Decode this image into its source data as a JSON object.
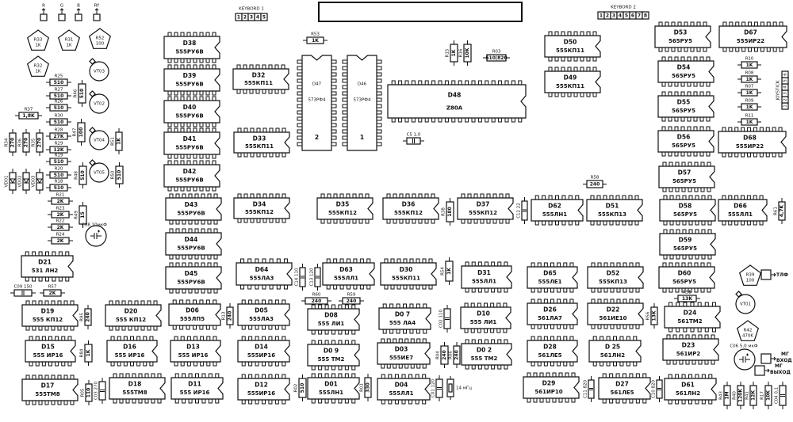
{
  "title_block": "",
  "colors": {
    "ink": "#111111",
    "background": "#ffffff"
  },
  "video_outputs": [
    "R",
    "G",
    "B",
    "RY"
  ],
  "keyboard1": {
    "label": "KEYBORD 1",
    "pins": [
      "1",
      "2",
      "3",
      "4",
      "5"
    ]
  },
  "keyboard2": {
    "label": "KEYBORD 2",
    "pins": [
      "1",
      "2",
      "3",
      "4",
      "5",
      "6",
      "7",
      "8"
    ]
  },
  "joystick": {
    "label": "JOYSTICK",
    "pins": [
      "1",
      "2",
      "3",
      "4",
      "5",
      "6"
    ]
  },
  "chips": [
    {
      "ref": "D38",
      "type": "555РУ6В",
      "pins_per_side": 8
    },
    {
      "ref": "D39",
      "type": "555РУ6В",
      "pins_per_side": 8
    },
    {
      "ref": "D40",
      "type": "555РУ6В",
      "pins_per_side": 8
    },
    {
      "ref": "D41",
      "type": "555РУ6В",
      "pins_per_side": 8
    },
    {
      "ref": "D42",
      "type": "555РУ6В",
      "pins_per_side": 8
    },
    {
      "ref": "D43",
      "type": "555РУ6В",
      "pins_per_side": 8
    },
    {
      "ref": "D44",
      "type": "555РУ6В",
      "pins_per_side": 8
    },
    {
      "ref": "D45",
      "type": "555РУ6В",
      "pins_per_side": 8
    },
    {
      "ref": "D32",
      "type": "555КП11",
      "pins_per_side": 8
    },
    {
      "ref": "D33",
      "type": "555КП11",
      "pins_per_side": 8
    },
    {
      "ref": "D34",
      "type": "555КП12",
      "pins_per_side": 8
    },
    {
      "ref": "D47",
      "type": "573РФ4",
      "pins_per_side": 14,
      "mark": "2"
    },
    {
      "ref": "D46",
      "type": "573РФ4",
      "pins_per_side": 14,
      "mark": "1"
    },
    {
      "ref": "D48",
      "type": "Z80A",
      "pins_per_side": 20
    },
    {
      "ref": "D50",
      "type": "555КП11",
      "pins_per_side": 8
    },
    {
      "ref": "D49",
      "type": "555КП11",
      "pins_per_side": 8
    },
    {
      "ref": "D53",
      "type": "565РУ5",
      "pins_per_side": 8
    },
    {
      "ref": "D54",
      "type": "565РУ5",
      "pins_per_side": 8
    },
    {
      "ref": "D55",
      "type": "565РУ5",
      "pins_per_side": 8
    },
    {
      "ref": "D56",
      "type": "565РУ5",
      "pins_per_side": 8
    },
    {
      "ref": "D57",
      "type": "565РУ5",
      "pins_per_side": 8
    },
    {
      "ref": "D58",
      "type": "565РУ5",
      "pins_per_side": 8
    },
    {
      "ref": "D59",
      "type": "565РУ5",
      "pins_per_side": 8
    },
    {
      "ref": "D60",
      "type": "565РУ5",
      "pins_per_side": 8
    },
    {
      "ref": "D67",
      "type": "555ИР22",
      "pins_per_side": 10
    },
    {
      "ref": "D68",
      "type": "555ИР22",
      "pins_per_side": 10
    },
    {
      "ref": "D66",
      "type": "555ЛЛ1",
      "pins_per_side": 7
    },
    {
      "ref": "D62",
      "type": "555ЛН1",
      "pins_per_side": 7
    },
    {
      "ref": "D51",
      "type": "555КП13",
      "pins_per_side": 8
    },
    {
      "ref": "D35",
      "type": "555КП12",
      "pins_per_side": 8
    },
    {
      "ref": "D36",
      "type": "555КП12",
      "pins_per_side": 8
    },
    {
      "ref": "D37",
      "type": "555КП12",
      "pins_per_side": 8
    },
    {
      "ref": "D21",
      "type": "531 ЛН2",
      "pins_per_side": 7
    },
    {
      "ref": "D64",
      "type": "555ЛА3",
      "pins_per_side": 7
    },
    {
      "ref": "D63",
      "type": "555ЛЛ1",
      "pins_per_side": 7
    },
    {
      "ref": "D30",
      "type": "555КП11",
      "pins_per_side": 8
    },
    {
      "ref": "D31",
      "type": "555ЛЛ1",
      "pins_per_side": 7
    },
    {
      "ref": "D65",
      "type": "555ЛЕ1",
      "pins_per_side": 7
    },
    {
      "ref": "D52",
      "type": "555КП13",
      "pins_per_side": 8
    },
    {
      "ref": "D19",
      "type": "555 КП12",
      "pins_per_side": 8
    },
    {
      "ref": "D20",
      "type": "555 КП12",
      "pins_per_side": 8
    },
    {
      "ref": "D06",
      "type": "555ЛП5",
      "pins_per_side": 7
    },
    {
      "ref": "D05",
      "type": "555ЛА3",
      "pins_per_side": 7
    },
    {
      "ref": "D08",
      "type": "555 ЛИ1",
      "pins_per_side": 7
    },
    {
      "ref": "D0 7",
      "type": "555 ЛА4",
      "pins_per_side": 7
    },
    {
      "ref": "D10",
      "type": "555 ЛИ1",
      "pins_per_side": 7
    },
    {
      "ref": "D26",
      "type": "561ЛА7",
      "pins_per_side": 7
    },
    {
      "ref": "D22",
      "type": "561ИЕ10",
      "pins_per_side": 8
    },
    {
      "ref": "D24",
      "type": "561ТМ2",
      "pins_per_side": 7
    },
    {
      "ref": "D15",
      "type": "555 ИР16",
      "pins_per_side": 7
    },
    {
      "ref": "D16",
      "type": "555 ИР16",
      "pins_per_side": 7
    },
    {
      "ref": "D13",
      "type": "555 ИР16",
      "pins_per_side": 7
    },
    {
      "ref": "D14",
      "type": "555ИР16",
      "pins_per_side": 7
    },
    {
      "ref": "D0 9",
      "type": "555 ТМ2",
      "pins_per_side": 7
    },
    {
      "ref": "D03",
      "type": "555ИЕ7",
      "pins_per_side": 8
    },
    {
      "ref": "D0 2",
      "type": "555 ТМ2",
      "pins_per_side": 7
    },
    {
      "ref": "D28",
      "type": "561ЛЕ5",
      "pins_per_side": 7
    },
    {
      "ref": "D 25",
      "type": "561ЛН2",
      "pins_per_side": 7
    },
    {
      "ref": "D23",
      "type": "561ИР2",
      "pins_per_side": 8
    },
    {
      "ref": "D17",
      "type": "555ТМ8",
      "pins_per_side": 8
    },
    {
      "ref": "D18",
      "type": "555ТМ8",
      "pins_per_side": 8
    },
    {
      "ref": "D11",
      "type": "555 ИР16",
      "pins_per_side": 7
    },
    {
      "ref": "D12",
      "type": "555ИР16",
      "pins_per_side": 7
    },
    {
      "ref": "D01",
      "type": "555ЛН1",
      "pins_per_side": 7
    },
    {
      "ref": "D04",
      "type": "555ЛЛ1",
      "pins_per_side": 7
    },
    {
      "ref": "D29",
      "type": "561ИР10",
      "pins_per_side": 8
    },
    {
      "ref": "D27",
      "type": "561ЛЕ5",
      "pins_per_side": 7
    },
    {
      "ref": "D61",
      "type": "561ЛН2",
      "pins_per_side": 7
    }
  ],
  "resistors": [
    {
      "ref": "R25",
      "value": "510"
    },
    {
      "ref": "R27",
      "value": "510"
    },
    {
      "ref": "R26",
      "value": "510"
    },
    {
      "ref": "R30",
      "value": "510"
    },
    {
      "ref": "R28",
      "value": "27K"
    },
    {
      "ref": "R29",
      "value": "12K"
    },
    {
      "ref": "R19",
      "value": "510"
    },
    {
      "ref": "R20",
      "value": "510"
    },
    {
      "ref": "R18",
      "value": "510"
    },
    {
      "ref": "R21",
      "value": "2K"
    },
    {
      "ref": "R23",
      "value": "2K"
    },
    {
      "ref": "R22",
      "value": "2K"
    },
    {
      "ref": "R24",
      "value": "2K"
    },
    {
      "ref": "R37",
      "value": "1,8K"
    },
    {
      "ref": "R34",
      "value": "270"
    },
    {
      "ref": "R36",
      "value": "270"
    },
    {
      "ref": "R35",
      "value": "270"
    },
    {
      "ref": "R46",
      "value": "510"
    },
    {
      "ref": "R47",
      "value": "100"
    },
    {
      "ref": "R48",
      "value": "510"
    },
    {
      "ref": "R49",
      "value": "15"
    },
    {
      "ref": "R51",
      "value": "1K"
    },
    {
      "ref": "R50",
      "value": "510"
    },
    {
      "ref": "R53",
      "value": "1K"
    },
    {
      "ref": "R15",
      "value": "1K"
    },
    {
      "ref": "R16",
      "value": "10K"
    },
    {
      "ref": "R03",
      "value": "510|820"
    },
    {
      "ref": "R58",
      "value": "240"
    },
    {
      "ref": "R38",
      "value": "180"
    },
    {
      "ref": "R61",
      "value": "4,7K"
    },
    {
      "ref": "R10",
      "value": "1K"
    },
    {
      "ref": "R08",
      "value": "1K"
    },
    {
      "ref": "R07",
      "value": "1K"
    },
    {
      "ref": "R09",
      "value": "1K"
    },
    {
      "ref": "R11",
      "value": "1K"
    },
    {
      "ref": "R57",
      "value": "2K"
    },
    {
      "ref": "R95",
      "value": "240"
    },
    {
      "ref": "R84",
      "value": "1K"
    },
    {
      "ref": "R05",
      "value": "110"
    },
    {
      "ref": "R13",
      "value": "240"
    },
    {
      "ref": "R60",
      "value": "240"
    },
    {
      "ref": "R59",
      "value": "240"
    },
    {
      "ref": "R54",
      "value": "1K"
    },
    {
      "ref": "R04",
      "value": "240"
    },
    {
      "ref": "R06",
      "value": "240"
    },
    {
      "ref": "R02",
      "value": "510"
    },
    {
      "ref": "R01",
      "value": "330"
    },
    {
      "ref": "R56",
      "value": "13K"
    },
    {
      "ref": "R55",
      "value": "13K"
    },
    {
      "ref": "R43",
      "value": "1M"
    },
    {
      "ref": "R40",
      "value": "120K"
    },
    {
      "ref": "R41",
      "value": "12K"
    },
    {
      "ref": "R17",
      "value": "10K"
    }
  ],
  "capacitors": [
    {
      "ref": "C5",
      "value": "1,0"
    },
    {
      "ref": "C12",
      "value": "22"
    },
    {
      "ref": "C09",
      "value": "150"
    },
    {
      "ref": "C03",
      "value": "270"
    },
    {
      "ref": "C14",
      "value": "110"
    },
    {
      "ref": "C13",
      "value": "120"
    },
    {
      "ref": "C02",
      "value": "110"
    },
    {
      "ref": "C01",
      "value": "120"
    },
    {
      "ref": "C11",
      "value": "820"
    },
    {
      "ref": "C10",
      "value": "820"
    },
    {
      "ref": "C04",
      "value": "0,1"
    }
  ],
  "electrolytics": [
    {
      "ref": "C08",
      "value": "10мкФ"
    },
    {
      "ref": "C06",
      "value": "5,0 мкФ"
    }
  ],
  "crystal": {
    "ref": "Z1",
    "value": "14 мГц"
  },
  "trimmers": [
    {
      "ref": "R33",
      "value": "1K"
    },
    {
      "ref": "R31",
      "value": "1K"
    },
    {
      "ref": "R52",
      "value": "100"
    },
    {
      "ref": "R32",
      "value": "1K"
    },
    {
      "ref": "R39",
      "value": "100"
    },
    {
      "ref": "R42",
      "value": "470K"
    }
  ],
  "transistors": [
    {
      "ref": "VT03"
    },
    {
      "ref": "VT02"
    },
    {
      "ref": "VT04"
    },
    {
      "ref": "VT05"
    },
    {
      "ref": "VT01"
    }
  ],
  "diodes": [
    {
      "ref": "VD01"
    },
    {
      "ref": "VD02"
    },
    {
      "ref": "VD03"
    }
  ],
  "jacks": [
    {
      "id": "tlf",
      "label": "ТЛФ"
    },
    {
      "id": "mg_in",
      "label": "МГ ВХОД"
    },
    {
      "id": "mg_out",
      "label": "МГ ВЫХОД"
    }
  ]
}
